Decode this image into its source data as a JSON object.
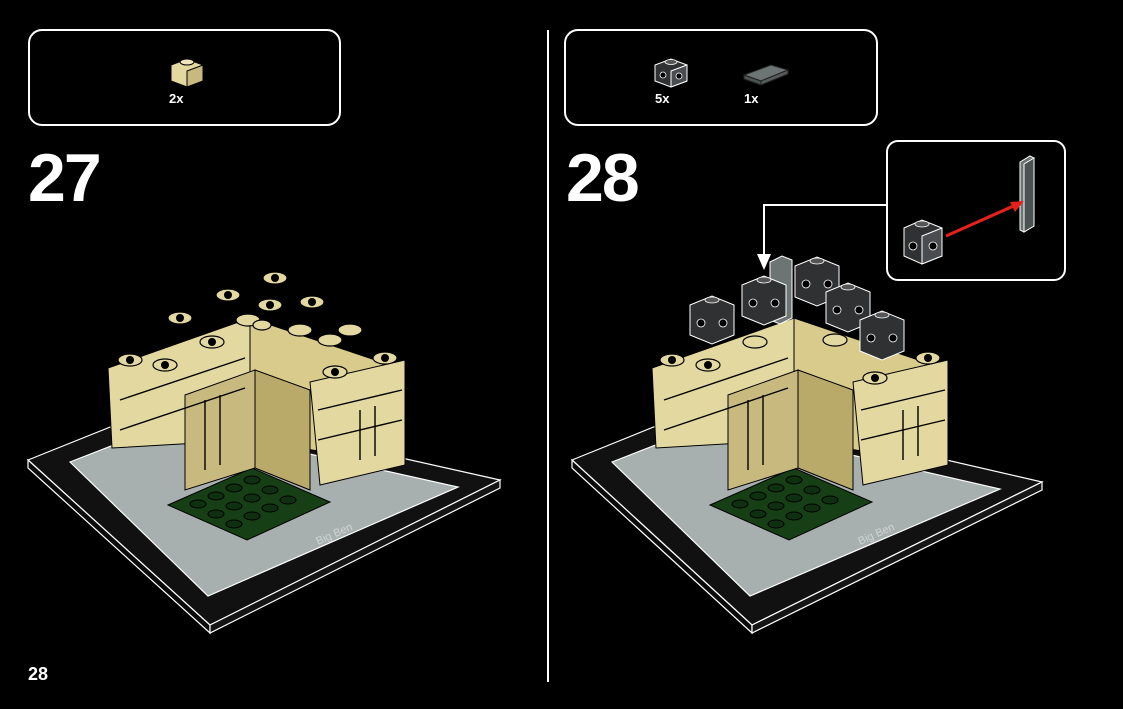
{
  "step_left": {
    "number": "27",
    "parts": [
      {
        "name": "tan-brick-1x1",
        "qty": "2x"
      }
    ]
  },
  "step_right": {
    "number": "28",
    "parts": [
      {
        "name": "dark-grey-brick-1x1-studs-4-sides",
        "qty": "5x"
      },
      {
        "name": "dark-grey-tile-1x4",
        "qty": "1x"
      }
    ]
  },
  "page_number": "28",
  "model_plate_label": "Big Ben",
  "colors": {
    "background": "#000000",
    "tan": "#E4D8A1",
    "tan_shadow": "#B9AA6A",
    "dark_grey": "#3E4042",
    "light_grey": "#A8B0AF",
    "dark_green": "#173F15",
    "arrow_red": "#E8201C"
  }
}
